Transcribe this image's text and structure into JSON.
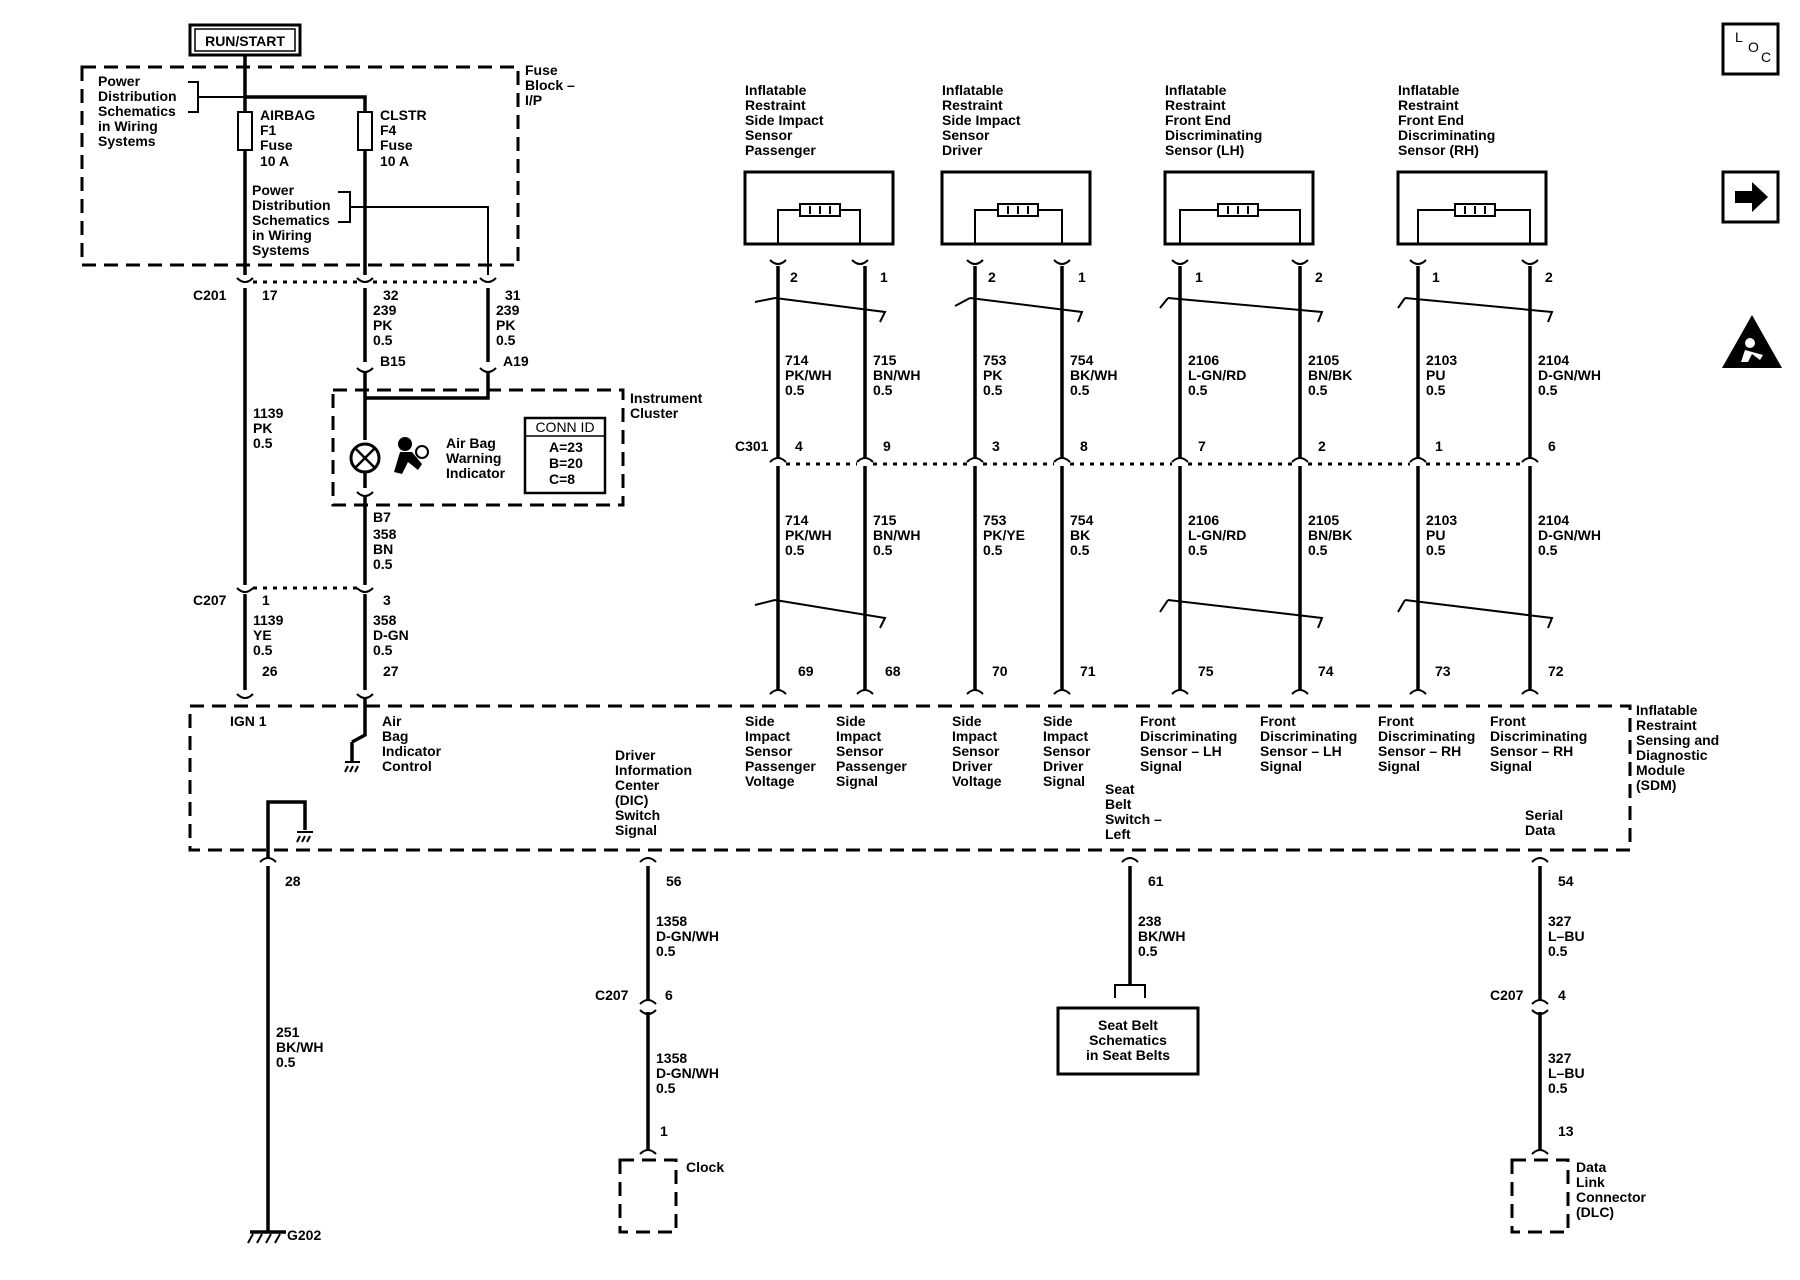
{
  "run_start": "RUN/START",
  "fuse_block": {
    "title": [
      "Fuse",
      "Block –",
      "I/P"
    ],
    "pds1": [
      "Power",
      "Distribution",
      "Schematics",
      "in Wiring",
      "Systems"
    ],
    "pds2": [
      "Power",
      "Distribution",
      "Schematics",
      "in Wiring",
      "Systems"
    ],
    "fuse1": [
      "AIRBAG",
      "F1",
      "Fuse",
      "10 A"
    ],
    "fuse2": [
      "CLSTR",
      "F4",
      "Fuse",
      "10 A"
    ]
  },
  "c201": {
    "name": "C201",
    "pins": [
      "17",
      "32",
      "31"
    ]
  },
  "wires_top": {
    "w32": [
      "239",
      "PK",
      "0.5"
    ],
    "w31": [
      "239",
      "PK",
      "0.5"
    ],
    "w1139": [
      "1139",
      "PK",
      "0.5"
    ]
  },
  "cluster_pins": {
    "b15": "B15",
    "a19": "A19",
    "b7": "B7"
  },
  "cluster": {
    "title": [
      "Instrument",
      "Cluster"
    ],
    "indicator": [
      "Air Bag",
      "Warning",
      "Indicator"
    ],
    "conn_id_title": "CONN ID",
    "conn_id": [
      "A=23",
      "B=20",
      "C=8"
    ]
  },
  "w358a": [
    "358",
    "BN",
    "0.5"
  ],
  "c207a": {
    "name": "C207",
    "pins": [
      "1",
      "3"
    ]
  },
  "w1139b": [
    "1139",
    "YE",
    "0.5"
  ],
  "w358b": [
    "358",
    "D-GN",
    "0.5"
  ],
  "sdm_pins_left": [
    "26",
    "27"
  ],
  "sensors": [
    {
      "name": [
        "Inflatable",
        "Restraint",
        "Side Impact",
        "Sensor",
        "Passenger"
      ],
      "pins": [
        "2",
        "1"
      ],
      "w_top": [
        [
          "714",
          "PK/WH",
          "0.5"
        ],
        [
          "715",
          "BN/WH",
          "0.5"
        ]
      ],
      "c301": [
        "4",
        "9"
      ],
      "w_bot": [
        [
          "714",
          "PK/WH",
          "0.5"
        ],
        [
          "715",
          "BN/WH",
          "0.5"
        ]
      ],
      "sdm": [
        "69",
        "68"
      ],
      "labels": [
        [
          "Side",
          "Impact",
          "Sensor",
          "Passenger",
          "Voltage"
        ],
        [
          "Side",
          "Impact",
          "Sensor",
          "Passenger",
          "Signal"
        ]
      ]
    },
    {
      "name": [
        "Inflatable",
        "Restraint",
        "Side Impact",
        "Sensor",
        "Driver"
      ],
      "pins": [
        "2",
        "1"
      ],
      "w_top": [
        [
          "753",
          "PK",
          "0.5"
        ],
        [
          "754",
          "BK/WH",
          "0.5"
        ]
      ],
      "c301": [
        "3",
        "8"
      ],
      "w_bot": [
        [
          "753",
          "PK/YE",
          "0.5"
        ],
        [
          "754",
          "BK",
          "0.5"
        ]
      ],
      "sdm": [
        "70",
        "71"
      ],
      "labels": [
        [
          "Side",
          "Impact",
          "Sensor",
          "Driver",
          "Voltage"
        ],
        [
          "Side",
          "Impact",
          "Sensor",
          "Driver",
          "Signal"
        ]
      ]
    },
    {
      "name": [
        "Inflatable",
        "Restraint",
        "Front End",
        "Discriminating",
        "Sensor (LH)"
      ],
      "pins": [
        "1",
        "2"
      ],
      "w_top": [
        [
          "2106",
          "L-GN/RD",
          "0.5"
        ],
        [
          "2105",
          "BN/BK",
          "0.5"
        ]
      ],
      "c301": [
        "7",
        "2"
      ],
      "w_bot": [
        [
          "2106",
          "L-GN/RD",
          "0.5"
        ],
        [
          "2105",
          "BN/BK",
          "0.5"
        ]
      ],
      "sdm": [
        "75",
        "74"
      ],
      "labels": [
        [
          "Front",
          "Discriminating",
          "Sensor – LH",
          "Signal"
        ],
        [
          "Front",
          "Discriminating",
          "Sensor – LH",
          "Signal"
        ]
      ]
    },
    {
      "name": [
        "Inflatable",
        "Restraint",
        "Front End",
        "Discriminating",
        "Sensor (RH)"
      ],
      "pins": [
        "1",
        "2"
      ],
      "w_top": [
        [
          "2103",
          "PU",
          "0.5"
        ],
        [
          "2104",
          "D-GN/WH",
          "0.5"
        ]
      ],
      "c301": [
        "1",
        "6"
      ],
      "w_bot": [
        [
          "2103",
          "PU",
          "0.5"
        ],
        [
          "2104",
          "D-GN/WH",
          "0.5"
        ]
      ],
      "sdm": [
        "73",
        "72"
      ],
      "labels": [
        [
          "Front",
          "Discriminating",
          "Sensor – RH",
          "Signal"
        ],
        [
          "Front",
          "Discriminating",
          "Sensor – RH",
          "Signal"
        ]
      ]
    }
  ],
  "c301": "C301",
  "sdm": {
    "title": [
      "Inflatable",
      "Restraint",
      "Sensing and",
      "Diagnostic",
      "Module",
      "(SDM)"
    ],
    "ign1": "IGN 1",
    "air_bag_ctrl": [
      "Air",
      "Bag",
      "Indicator",
      "Control"
    ],
    "dic": [
      "Driver",
      "Information",
      "Center",
      "(DIC)",
      "Switch",
      "Signal"
    ],
    "seat_belt": [
      "Seat",
      "Belt",
      "Switch –",
      "Left"
    ],
    "serial": [
      "Serial",
      "Data"
    ]
  },
  "bottom": {
    "gnd": {
      "pin": "28",
      "wire": [
        "251",
        "BK/WH",
        "0.5"
      ],
      "ground": "G202"
    },
    "dic": {
      "pin": "56",
      "wire1": [
        "1358",
        "D-GN/WH",
        "0.5"
      ],
      "conn": "C207",
      "conn_pin": "6",
      "wire2": [
        "1358",
        "D-GN/WH",
        "0.5"
      ],
      "dest_pin": "1",
      "dest": "Clock"
    },
    "seat": {
      "pin": "61",
      "wire": [
        "238",
        "BK/WH",
        "0.5"
      ],
      "dest": [
        "Seat Belt",
        "Schematics",
        "in Seat Belts"
      ]
    },
    "serial": {
      "pin": "54",
      "wire1": [
        "327",
        "L–BU",
        "0.5"
      ],
      "conn": "C207",
      "conn_pin": "4",
      "wire2": [
        "327",
        "L–BU",
        "0.5"
      ],
      "dest_pin": "13",
      "dest": [
        "Data",
        "Link",
        "Connector",
        "(DLC)"
      ]
    }
  },
  "side_icons": {
    "loc": [
      "L",
      "O",
      "C"
    ],
    "arrow": "arrow-right-icon",
    "warning": "airbag-warning-icon"
  }
}
